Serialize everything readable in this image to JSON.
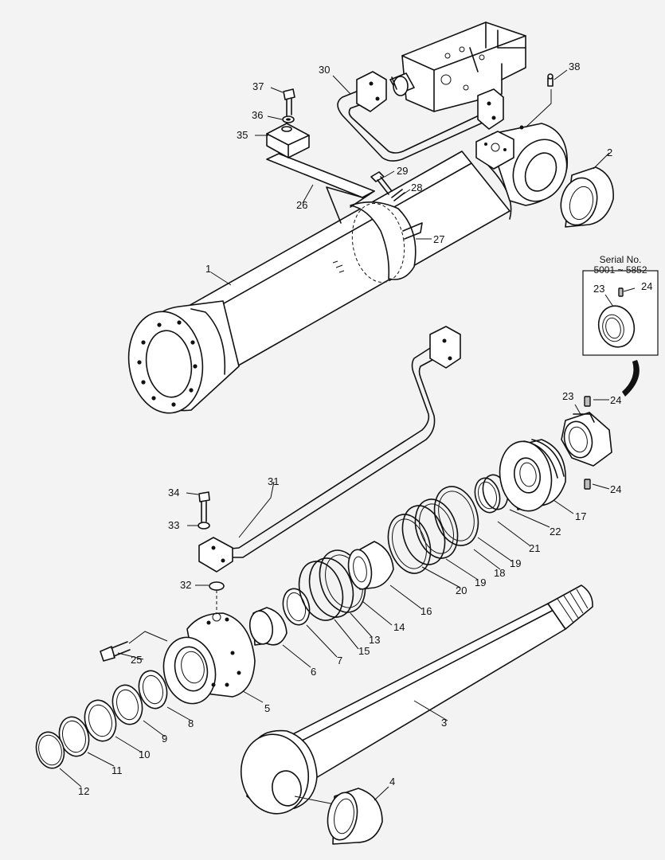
{
  "inset": {
    "serial_label": "Serial No.",
    "serial_range": "5001 ~ 5852",
    "labels": {
      "nut": "23",
      "setscrew": "24"
    }
  },
  "parts": {
    "p1": "1",
    "p2": "2",
    "p3": "3",
    "p4": "4",
    "p5": "5",
    "p6": "6",
    "p7": "7",
    "p8": "8",
    "p9": "9",
    "p10": "10",
    "p11": "11",
    "p12": "12",
    "p13": "13",
    "p14": "14",
    "p15": "15",
    "p16": "16",
    "p17": "17",
    "p18": "18",
    "p19a": "19",
    "p19b": "19",
    "p20": "20",
    "p21": "21",
    "p22": "22",
    "p23": "23",
    "p24a": "24",
    "p24b": "24",
    "p25": "25",
    "p26": "26",
    "p27": "27",
    "p28": "28",
    "p29": "29",
    "p30": "30",
    "p31": "31",
    "p32": "32",
    "p33": "33",
    "p34": "34",
    "p35": "35",
    "p36": "36",
    "p37": "37",
    "p38": "38"
  }
}
